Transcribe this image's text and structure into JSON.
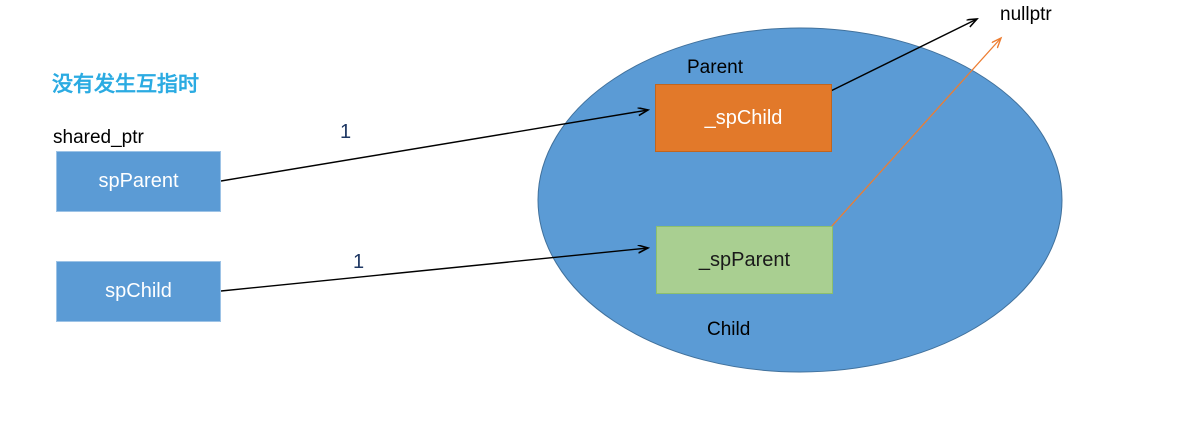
{
  "diagram": {
    "title": "没有发生互指时",
    "shared_ptr_label": "shared_ptr",
    "nullptr_label": "nullptr",
    "ellipse_top_label": "Parent",
    "ellipse_bottom_label": "Child",
    "colors": {
      "title": "#2BABE2",
      "sp_box_fill": "#5B9BD5",
      "ellipse_fill": "#5B9BD5",
      "orange_box_fill": "#E2792A",
      "green_box_fill": "#A9CF91",
      "black_arrow": "#000000",
      "orange_arrow": "#ED7D31",
      "count_text": "#1F3864"
    },
    "stack_boxes": [
      {
        "label": "spParent"
      },
      {
        "label": "spChild"
      }
    ],
    "heap_boxes": [
      {
        "label": "_spChild"
      },
      {
        "label": "_spParent"
      }
    ],
    "ref_counts": [
      {
        "value": "1"
      },
      {
        "value": "1"
      }
    ]
  }
}
